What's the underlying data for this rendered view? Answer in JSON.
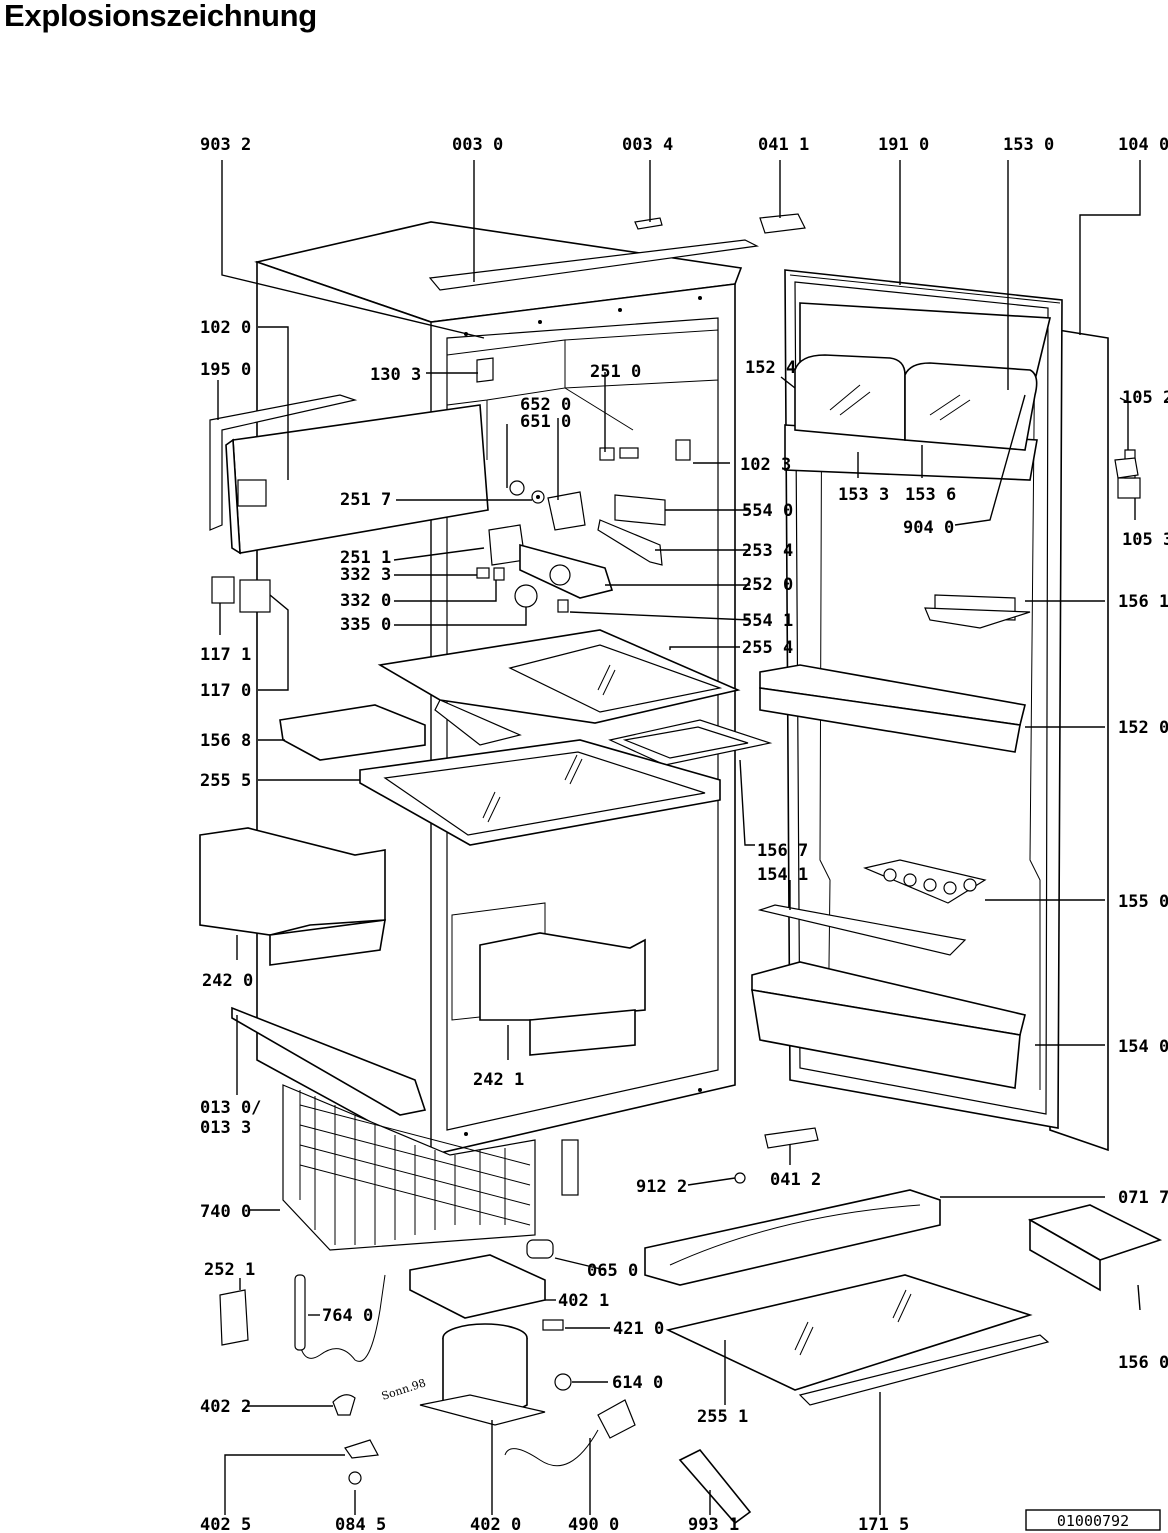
{
  "title": "Explosionszeichnung",
  "doc_number": "01000792",
  "handwritten_date": "Sonn.98",
  "part_labels": {
    "p9032": "903 2",
    "p0030": "003 0",
    "p0034": "003 4",
    "p0411": "041 1",
    "p1910": "191 0",
    "p1530": "153 0",
    "p1040": "104 0",
    "p1020": "102 0",
    "p1950": "195 0",
    "p1303": "130 3",
    "p2510": "251 0",
    "p1524": "152 4",
    "p1052": "105 2",
    "p6520": "652 0",
    "p6510": "651 0",
    "p1023": "102 3",
    "p1533": "153 3",
    "p1536": "153 6",
    "p9040": "904 0",
    "p1053": "105 3",
    "p2517": "251 7",
    "p5540": "554 0",
    "p2511": "251 1",
    "p2534": "253 4",
    "p3323": "332 3",
    "p2520": "252 0",
    "p3320": "332 0",
    "p5541": "554 1",
    "p3350": "335 0",
    "p1561": "156 1",
    "p2554": "255 4",
    "p1171": "117 1",
    "p1170": "117 0",
    "p1520": "152 0",
    "p1568": "156 8",
    "p2555": "255 5",
    "p1567": "156 7",
    "p1541": "154 1",
    "p1550": "155 0",
    "p2420": "242 0",
    "p2421": "242 1",
    "p1540": "154 0",
    "p0130": "013 0/",
    "p0133": "013 3",
    "p0412": "041 2",
    "p9122": "912 2",
    "p0717": "071 7",
    "p7400": "740 0",
    "p0650": "065 0",
    "p2521": "252 1",
    "p4021": "402 1",
    "p7640": "764 0",
    "p4210": "421 0",
    "p1560": "156 0",
    "p6140": "614 0",
    "p4022": "402 2",
    "p2551": "255 1",
    "p4025": "402 5",
    "p0845": "084 5",
    "p4020": "402 0",
    "p4900": "490 0",
    "p9931": "993 1",
    "p1715": "171 5"
  }
}
